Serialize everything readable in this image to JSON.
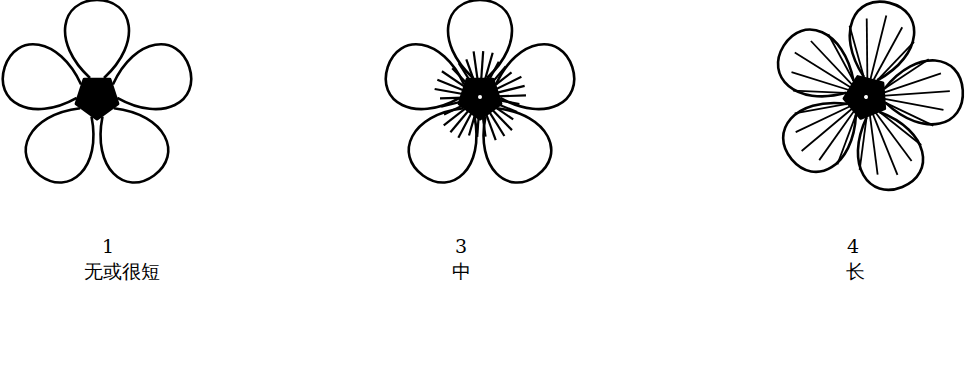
{
  "diagram": {
    "labels": [
      "1",
      "无或很短",
      "3",
      "中",
      "4",
      "长"
    ]
  }
}
